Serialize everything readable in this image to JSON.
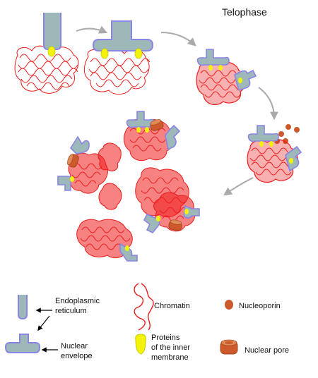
{
  "title": "Telophase",
  "legend": {
    "er": [
      "Endoplasmic",
      "reticulum"
    ],
    "envelope": [
      "Nuclear",
      "envelope"
    ],
    "chromatin": "Chromatin",
    "proteins": [
      "Proteins",
      "of the inner",
      "membrane"
    ],
    "nucleoporin": "Nucleoporin",
    "pore": "Nuclear pore"
  },
  "colors": {
    "membrane_fill": "#9db8b8",
    "membrane_stroke": "#8a84e6",
    "chromatin": "#ee1c1c",
    "protein": "#f2f20a",
    "nucleoporin": "#cc5a2c",
    "arrow": "#aaaaaa"
  }
}
